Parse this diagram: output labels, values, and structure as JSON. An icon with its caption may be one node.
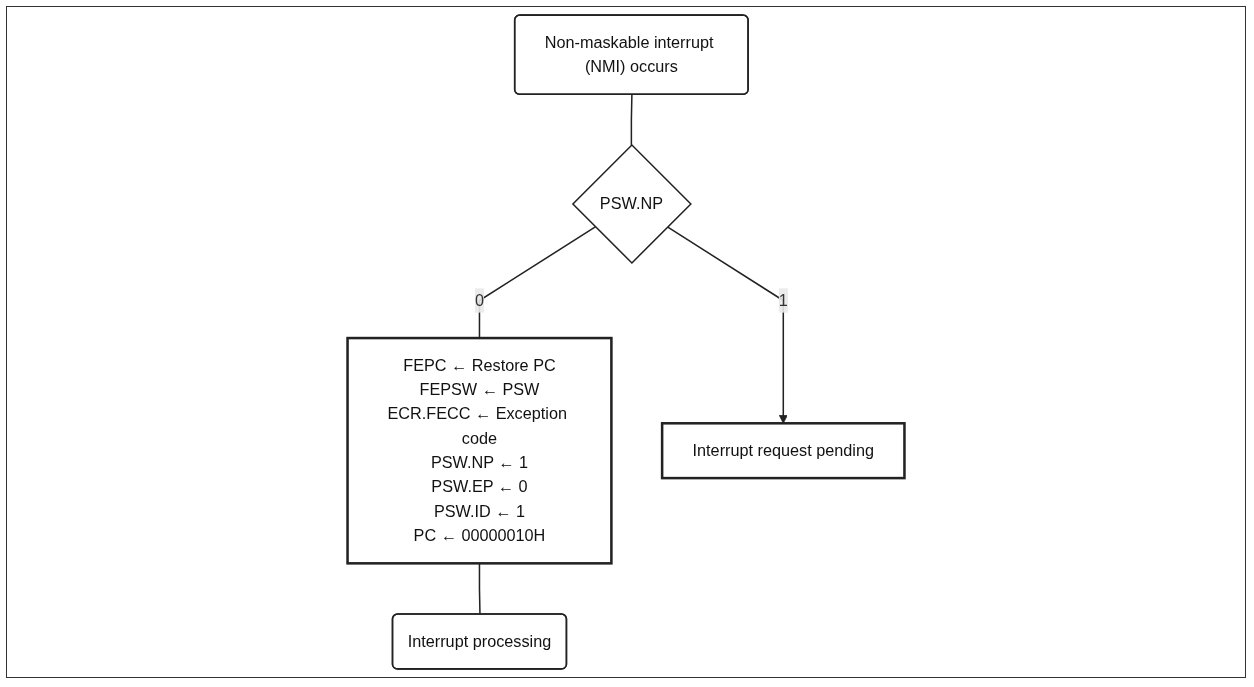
{
  "diagram": {
    "nodes": [
      {
        "text": [
          "Non-maskable interrupt (NMI) occurs"
        ]
      },
      {
        "text": [
          "PSW.NP"
        ]
      },
      {
        "text": [
          "FEPC ← Restore PC",
          "FEPSW ← PSW",
          "ECR.FECC ← Exception code",
          "PSW.NP ← 1",
          "PSW.EP ← 0",
          "PSW.ID ← 1",
          "PC ← 00000010H"
        ]
      },
      {
        "text": [
          "Interrupt processing"
        ]
      },
      {
        "text": [
          "Interrupt request pending"
        ]
      }
    ],
    "edges": [
      {
        "from": 0,
        "to": 1,
        "arrow": "none"
      },
      {
        "from": 1,
        "to": 4,
        "arrow": "to",
        "label": "1"
      },
      {
        "from": 1,
        "to": 2,
        "arrow": "none",
        "label": "0"
      },
      {
        "from": 2,
        "to": 3,
        "arrow": "none"
      }
    ]
  }
}
